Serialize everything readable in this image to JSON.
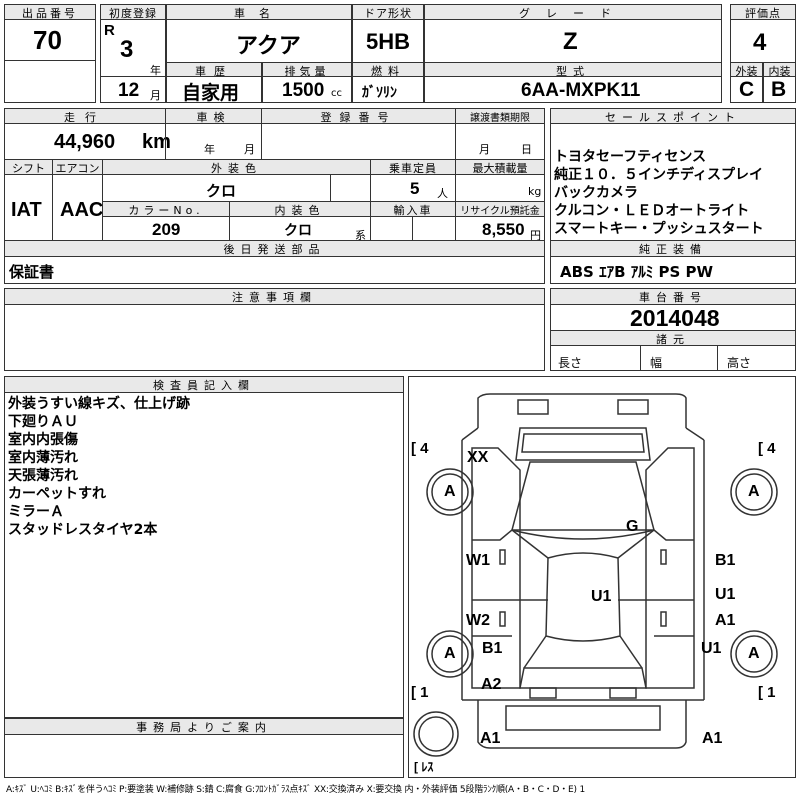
{
  "header": {
    "lot_label": "出品番号",
    "lot_value": "70",
    "first_reg_label": "初度登録",
    "era": "R",
    "year_value": "3",
    "year_unit": "年",
    "month_value": "12",
    "month_unit": "月",
    "car_name_label": "車名",
    "car_name": "アクア",
    "door_label": "ドア形状",
    "door_value": "5HB",
    "grade_label": "グレード",
    "grade_value": "Z",
    "score_label": "評価点",
    "score_value": "4",
    "history_label": "車歴",
    "history_value": "自家用",
    "displacement_label": "排気量",
    "displacement_value": "1500",
    "displacement_unit": "cc",
    "fuel_label": "燃料",
    "fuel_value": "ｶﾞｿﾘﾝ",
    "model_label": "型式",
    "model_value": "6AA-MXPK11",
    "exterior_label": "外装",
    "exterior_value": "C",
    "interior_label": "内装",
    "interior_value": "B"
  },
  "specs": {
    "mileage_label": "走行",
    "mileage_value": "44,960",
    "mileage_unit": "km",
    "inspection_label": "車検",
    "inspection_year_unit": "年",
    "inspection_month_unit": "月",
    "reg_no_label": "登録番号",
    "transfer_label": "譲渡書類期限",
    "transfer_month_unit": "月",
    "transfer_day_unit": "日",
    "shift_label": "シフト",
    "shift_value": "IAT",
    "aircon_label": "エアコン",
    "aircon_value": "AAC",
    "ext_color_label": "外装色",
    "ext_color_value": "クロ",
    "capacity_label": "乗車定員",
    "capacity_value": "5",
    "capacity_unit": "人",
    "max_load_label": "最大積載量",
    "max_load_unit": "kg",
    "color_no_label": "カラーNo.",
    "color_no_value": "209",
    "int_color_label": "内装色",
    "int_color_value": "クロ",
    "int_color_unit": "系",
    "import_label": "輸入車",
    "recycle_label": "リサイクル預託金",
    "recycle_value": "8,550",
    "recycle_unit": "円",
    "later_items_label": "後日発送部品",
    "later_items_value": "保証書"
  },
  "sales": {
    "label": "セールスポイント",
    "lines": [
      "トヨタセーフティセンス",
      "純正１０．５インチディスプレイ",
      "バックカメラ",
      "クルコン・ＬＥＤオートライト",
      "スマートキー・プッシュスタート"
    ],
    "equipment_label": "純正装備",
    "equipment_value": "ABS ｴｱB ｱﾙﾐ PS PW"
  },
  "notes": {
    "label": "注意事項欄"
  },
  "chassis": {
    "label": "車台番号",
    "value": "2014048",
    "dims_label": "諸元",
    "length_label": "長さ",
    "width_label": "幅",
    "height_label": "高さ"
  },
  "inspector": {
    "label": "検査員記入欄",
    "lines": [
      "外装うすい線キズ、仕上げ跡",
      "下廻りＡＵ",
      "室内内張傷",
      "室内薄汚れ",
      "天張薄汚れ",
      "カーペットすれ",
      "ミラーＡ",
      "スタッドレスタイヤ2本"
    ]
  },
  "office": {
    "label": "事務局よりご案内"
  },
  "diagram": {
    "tire_fl": "4",
    "tire_fr": "4",
    "tire_rl": "1",
    "tire_rr": "1",
    "tire_spare": "ﾚｽ",
    "wheel": "A",
    "marks": [
      "XX",
      "G",
      "W1",
      "B1",
      "U1",
      "U1",
      "W2",
      "A1",
      "B1",
      "U1",
      "A2",
      "A1",
      "A1"
    ]
  },
  "legend": "A:ｷｽﾞ U:ﾍｺﾐ B:ｷｽﾞを伴うﾍｺﾐ P:要塗装 W:補修跡 S:錆 C:腐食 G:ﾌﾛﾝﾄｶﾞﾗｽ点ｷｽﾞ XX:交換済み X:要交換 内・外装評価 5段階ﾗﾝｸ順(A・B・C・D・E) 1"
}
